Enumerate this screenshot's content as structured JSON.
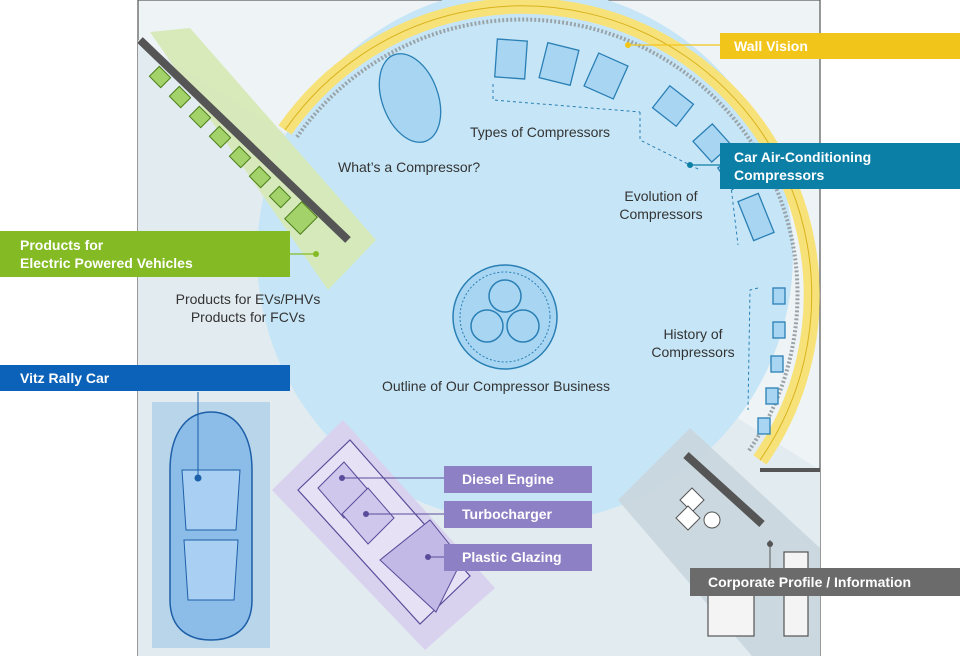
{
  "callouts": {
    "wall_vision": "Wall Vision",
    "car_ac_line1": "Car Air-Conditioning",
    "car_ac_line2": "Compressors",
    "ev_line1": "Products for",
    "ev_line2": "Electric Powered Vehicles",
    "vitz": "Vitz Rally Car",
    "diesel": "Diesel Engine",
    "turbo": "Turbocharger",
    "glazing": "Plastic Glazing",
    "corporate": "Corporate Profile / Information"
  },
  "zones": {
    "whats_compressor": "What’s a Compressor?",
    "types": "Types of Compressors",
    "evolution_line1": "Evolution of",
    "evolution_line2": "Compressors",
    "history_line1": "History of",
    "history_line2": "Compressors",
    "outline": "Outline of Our Compressor Business",
    "ev_products_line1": "Products for EVs/PHVs",
    "ev_products_line2": "Products for FCVs"
  },
  "colors": {
    "wall_yellow": "#f2c51a",
    "teal": "#0c7fa6",
    "green": "#84bb24",
    "blue": "#0b62b8",
    "gray": "#6b6b6b",
    "purple": "#8e80c4",
    "circle_fill": "#c6e6f7"
  }
}
